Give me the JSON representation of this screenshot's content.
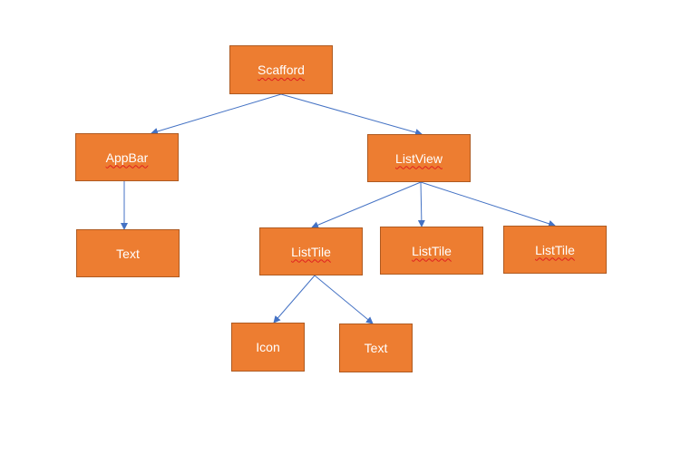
{
  "diagram": {
    "nodes": {
      "scafford": "Scafford",
      "appbar": "AppBar",
      "listview": "ListView",
      "text1": "Text",
      "listtile1": "ListTile",
      "listtile2": "ListTile",
      "listtile3": "ListTile",
      "icon": "Icon",
      "text2": "Text"
    },
    "edges": [
      [
        "scafford",
        "appbar"
      ],
      [
        "scafford",
        "listview"
      ],
      [
        "appbar",
        "text1"
      ],
      [
        "listview",
        "listtile1"
      ],
      [
        "listview",
        "listtile2"
      ],
      [
        "listview",
        "listtile3"
      ],
      [
        "listtile1",
        "icon"
      ],
      [
        "listtile1",
        "text2"
      ]
    ],
    "colors": {
      "node_fill": "#ED7D31",
      "node_border": "#AE5A21",
      "node_text": "#ffffff",
      "edge": "#4472C4",
      "spellcheck_underline": "#E02020"
    }
  }
}
